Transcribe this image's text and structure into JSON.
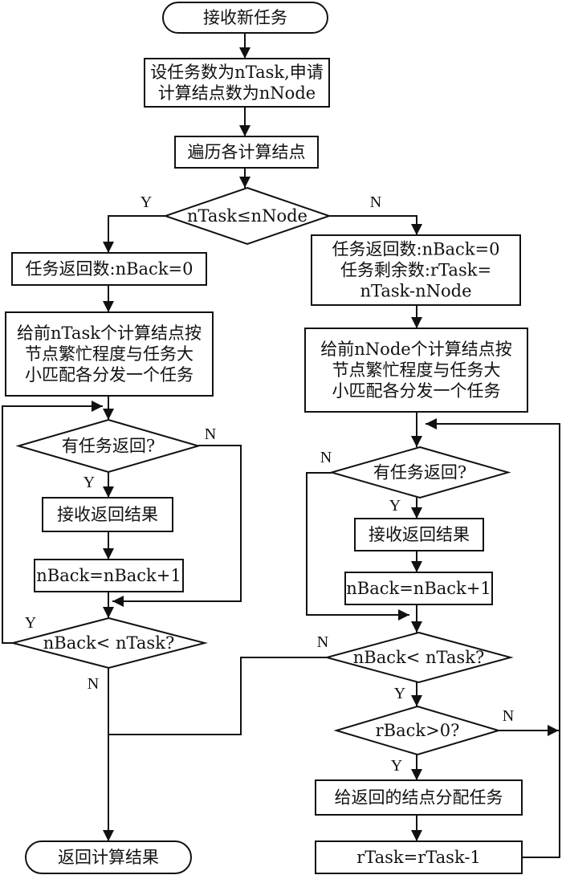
{
  "diagram": {
    "type": "flowchart",
    "nodes": {
      "start": {
        "kind": "terminal",
        "lines": [
          "接收新任务"
        ]
      },
      "set_counts": {
        "kind": "process",
        "lines": [
          "设任务数为nTask,申请",
          "计算结点数为nNode"
        ]
      },
      "traverse": {
        "kind": "process",
        "lines": [
          "遍历各计算结点"
        ]
      },
      "cmp_task_node": {
        "kind": "decision",
        "lines": [
          "nTask≤nNode"
        ]
      },
      "left_init": {
        "kind": "process",
        "lines": [
          "任务返回数:nBack=0"
        ]
      },
      "left_dispatch": {
        "kind": "process",
        "lines": [
          "给前nTask个计算结点按",
          "节点繁忙程度与任务大",
          "小匹配各分发一个任务"
        ]
      },
      "left_has_return": {
        "kind": "decision",
        "lines": [
          "有任务返回?"
        ]
      },
      "left_receive": {
        "kind": "process",
        "lines": [
          "接收返回结果"
        ]
      },
      "left_inc": {
        "kind": "process",
        "lines": [
          "nBack=nBack+1"
        ]
      },
      "left_check": {
        "kind": "decision",
        "lines": [
          "nBack< nTask?"
        ]
      },
      "end": {
        "kind": "terminal",
        "lines": [
          "返回计算结果"
        ]
      },
      "right_init": {
        "kind": "process",
        "lines": [
          "任务返回数:nBack=0",
          "任务剩余数:rTask=",
          "nTask-nNode"
        ]
      },
      "right_dispatch": {
        "kind": "process",
        "lines": [
          "给前nNode个计算结点按",
          "节点繁忙程度与任务大",
          "小匹配各分发一个任务"
        ]
      },
      "right_has_return": {
        "kind": "decision",
        "lines": [
          "有任务返回?"
        ]
      },
      "right_receive": {
        "kind": "process",
        "lines": [
          "接收返回结果"
        ]
      },
      "right_inc": {
        "kind": "process",
        "lines": [
          "nBack=nBack+1"
        ]
      },
      "right_check": {
        "kind": "decision",
        "lines": [
          "nBack< nTask?"
        ]
      },
      "rback_check": {
        "kind": "decision",
        "lines": [
          "rBack>0?"
        ]
      },
      "assign_returned": {
        "kind": "process",
        "lines": [
          "给返回的结点分配任务"
        ]
      },
      "dec_rtask": {
        "kind": "process",
        "lines": [
          "rTask=rTask-1"
        ]
      }
    },
    "edge_labels": {
      "cmp_yes": "Y",
      "cmp_no": "N",
      "left_has_return_no": "N",
      "left_has_return_yes": "Y",
      "left_check_yes": "Y",
      "left_check_no": "N",
      "right_has_return_no": "N",
      "right_has_return_yes": "Y",
      "right_check_no": "N",
      "right_check_yes": "Y",
      "rback_no": "N",
      "rback_yes": "Y"
    },
    "edges": [
      {
        "from": "start",
        "to": "set_counts"
      },
      {
        "from": "set_counts",
        "to": "traverse"
      },
      {
        "from": "traverse",
        "to": "cmp_task_node"
      },
      {
        "from": "cmp_task_node",
        "to": "left_init",
        "label": "Y"
      },
      {
        "from": "cmp_task_node",
        "to": "right_init",
        "label": "N"
      },
      {
        "from": "left_init",
        "to": "left_dispatch"
      },
      {
        "from": "left_dispatch",
        "to": "left_has_return"
      },
      {
        "from": "left_has_return",
        "to": "left_receive",
        "label": "Y"
      },
      {
        "from": "left_has_return",
        "to": "left_check",
        "label": "N"
      },
      {
        "from": "left_receive",
        "to": "left_inc"
      },
      {
        "from": "left_inc",
        "to": "left_check"
      },
      {
        "from": "left_check",
        "to": "left_has_return",
        "label": "Y"
      },
      {
        "from": "left_check",
        "to": "end",
        "label": "N"
      },
      {
        "from": "right_init",
        "to": "right_dispatch"
      },
      {
        "from": "right_dispatch",
        "to": "right_has_return"
      },
      {
        "from": "right_has_return",
        "to": "right_receive",
        "label": "Y"
      },
      {
        "from": "right_has_return",
        "to": "right_check",
        "label": "N"
      },
      {
        "from": "right_receive",
        "to": "right_inc"
      },
      {
        "from": "right_inc",
        "to": "right_check"
      },
      {
        "from": "right_check",
        "to": "rback_check",
        "label": "Y"
      },
      {
        "from": "right_check",
        "to": "end",
        "label": "N"
      },
      {
        "from": "rback_check",
        "to": "assign_returned",
        "label": "Y"
      },
      {
        "from": "rback_check",
        "to": "right_has_return",
        "label": "N"
      },
      {
        "from": "assign_returned",
        "to": "dec_rtask"
      },
      {
        "from": "dec_rtask",
        "to": "right_has_return"
      }
    ]
  }
}
